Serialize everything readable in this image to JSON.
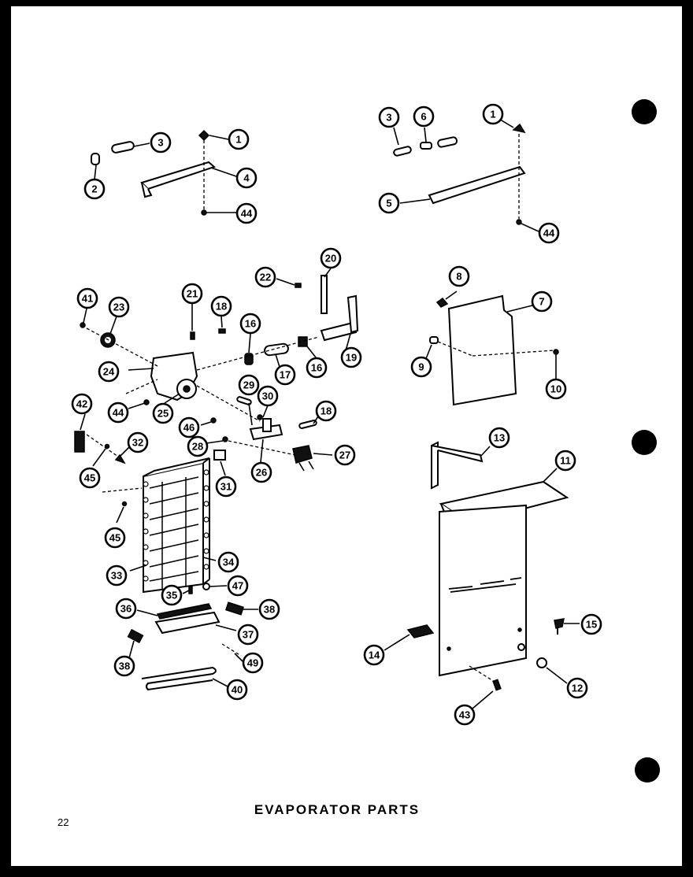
{
  "title": "EVAPORATOR PARTS",
  "page_number": "22",
  "callouts": {
    "c1": "1",
    "c2": "2",
    "c3": "3",
    "c4": "4",
    "c44": "44",
    "c3b": "3",
    "c6": "6",
    "c1b": "1",
    "c5": "5",
    "c44b": "44",
    "c20": "20",
    "c22": "22",
    "c41": "41",
    "c23": "23",
    "c21": "21",
    "c18": "18",
    "c16": "16",
    "c16b": "16",
    "c17": "17",
    "c19": "19",
    "c24": "24",
    "c44c": "44",
    "c25": "25",
    "c29": "29",
    "c30": "30",
    "c18b": "18",
    "c46": "46",
    "c28": "28",
    "c26": "26",
    "c27": "27",
    "c31": "31",
    "c42": "42",
    "c32": "32",
    "c45": "45",
    "c45b": "45",
    "c33": "33",
    "c34": "34",
    "c35": "35",
    "c47": "47",
    "c36": "36",
    "c38": "38",
    "c37": "37",
    "c38b": "38",
    "c49": "49",
    "c40": "40",
    "c8": "8",
    "c7": "7",
    "c9": "9",
    "c10": "10",
    "c13": "13",
    "c11": "11",
    "c15": "15",
    "c14": "14",
    "c12": "12",
    "c43": "43"
  }
}
